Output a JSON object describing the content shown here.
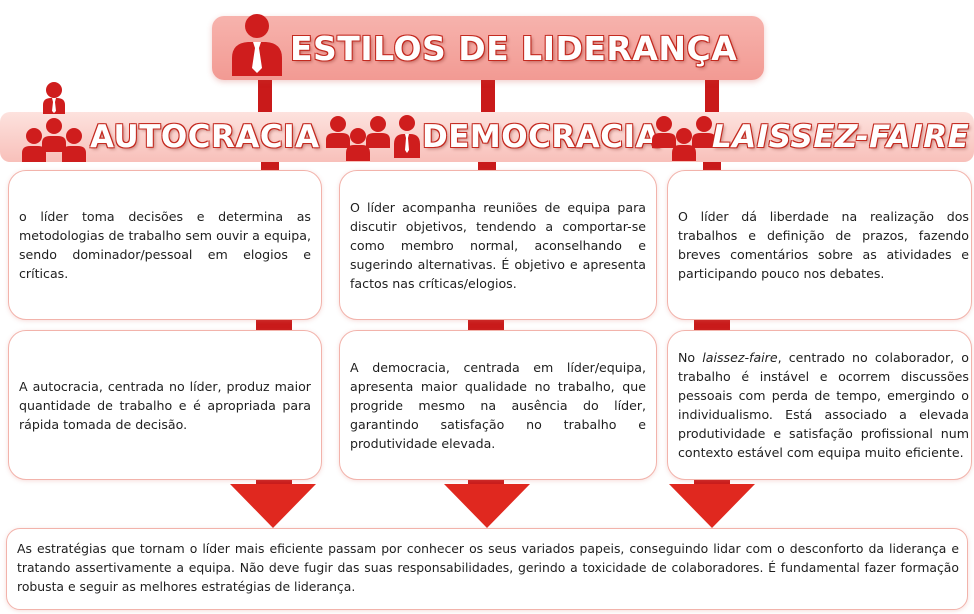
{
  "title": "ESTILOS DE LIDERANÇA",
  "colors": {
    "accent": "#c91a1a",
    "title_fill": "#f29a93",
    "band_fill": "#f8c0ba",
    "box_border": "#f2b3ab",
    "text": "#1e1e1e"
  },
  "icons": {
    "title": "leader-icon",
    "autocracia": "leader-group-icon",
    "democracia": "team-group-icon",
    "laissez_faire": "team-group-icon"
  },
  "categories": {
    "autocracia": "AUTOCRACIA",
    "democracia": "DEMOCRACIA",
    "laissez_faire": "LAISSEZ-FAIRE"
  },
  "boxes": {
    "autocracia_top": "o líder toma decisões e determina as metodologias de trabalho sem ouvir a equipa, sendo dominador/pessoal em elogios e críticas.",
    "autocracia_bottom": "A autocracia, centrada no líder, produz maior quantidade de trabalho e é apropriada para rápida tomada de decisão.",
    "democracia_top": "O líder acompanha reuniões de equipa para discutir objetivos, tendendo a comportar-se como membro normal, aconselhando e sugerindo alternativas. É objetivo e apresenta factos nas críticas/elogios.",
    "democracia_bottom": "A democracia, centrada em líder/equipa, apresenta maior qualidade no trabalho, que progride mesmo na ausência do líder, garantindo satisfação no trabalho e produtividade elevada.",
    "laissez_top": "O líder dá liberdade na realização dos trabalhos e definição de prazos, fazendo breves comentários sobre as atividades e participando pouco nos debates.",
    "laissez_bottom_prefix": "No ",
    "laissez_bottom_italic": "laissez-faire",
    "laissez_bottom_rest": ", centrado no colaborador, o trabalho é instável e ocorrem discussões pessoais com perda de tempo, emergindo o individualismo. Está associado a elevada produtividade e satisfação profissional num contexto estável com equipa muito eficiente."
  },
  "footer": "As estratégias que tornam o líder mais eficiente passam por conhecer os seus variados papeis, conseguindo lidar com o desconforto da liderança e tratando assertivamente a equipa. Não deve fugir das suas responsabilidades, gerindo a toxicidade de colaboradores. É fundamental fazer formação robusta e seguir as melhores estratégias de liderança."
}
